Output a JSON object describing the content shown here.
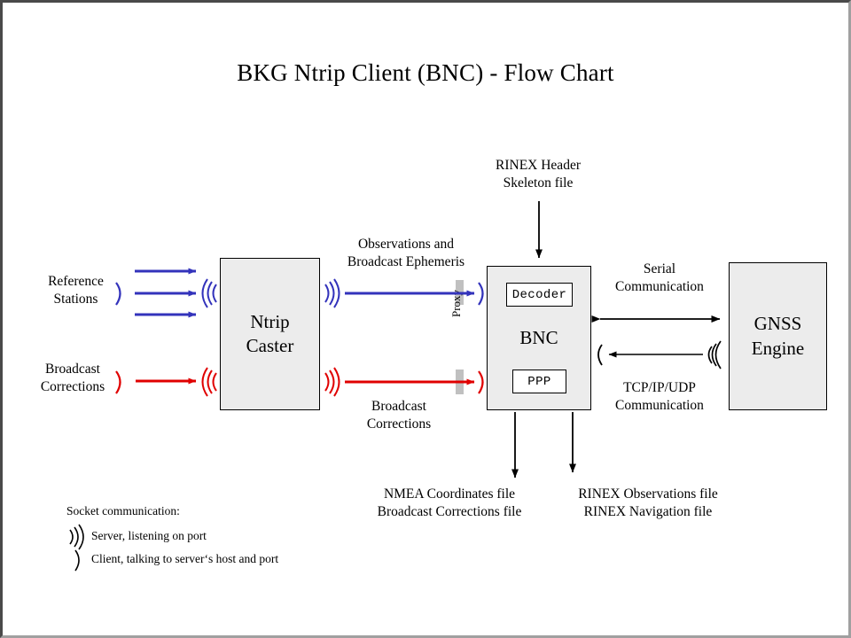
{
  "title": "BKG Ntrip Client (BNC)  -  Flow Chart",
  "colors": {
    "blue": "#3333bb",
    "red": "#e00000",
    "node_fill": "#ececec",
    "stroke": "#000000",
    "proxy_fill": "#c0c0c0",
    "canvas": "#ffffff",
    "frame_dark": "#4a4a4a",
    "frame_light": "#a0a0a0"
  },
  "nodes": {
    "ntrip_caster": "Ntrip\nCaster",
    "ntrip_caster_line1": "Ntrip",
    "ntrip_caster_line2": "Caster",
    "bnc": "BNC",
    "decoder": "Decoder",
    "ppp": "PPP",
    "gnss_engine_line1": "GNSS",
    "gnss_engine_line2": "Engine",
    "proxy": "Proxy"
  },
  "labels": {
    "reference_stations_line1": "Reference",
    "reference_stations_line2": "Stations",
    "broadcast_corrections_left_line1": "Broadcast",
    "broadcast_corrections_left_line2": "Corrections",
    "observations_line1": "Observations and",
    "observations_line2": "Broadcast Ephemeris",
    "broadcast_corrections_mid_line1": "Broadcast",
    "broadcast_corrections_mid_line2": "Corrections",
    "rinex_header_line1": "RINEX Header",
    "rinex_header_line2": "Skeleton file",
    "serial_line1": "Serial",
    "serial_line2": "Communication",
    "tcpip_line1": "TCP/IP/UDP",
    "tcpip_line2": "Communication",
    "out_left_line1": "NMEA Coordinates file",
    "out_left_line2": "Broadcast Corrections file",
    "out_right_line1": "RINEX Observations file",
    "out_right_line2": "RINEX Navigation file"
  },
  "legend": {
    "heading": "Socket communication:",
    "server_text": "Server, listening  on port",
    "client_text": "Client, talking to server‘s host and port",
    "server_symbol": "server-antenna-icon",
    "client_symbol": "client-arc-icon"
  },
  "icons": {
    "antenna_right": "antenna-transmit-right-icon",
    "antenna_left": "antenna-receive-left-icon",
    "client_arc_right": "client-arc-right-icon",
    "client_arc_left": "client-arc-left-icon"
  }
}
